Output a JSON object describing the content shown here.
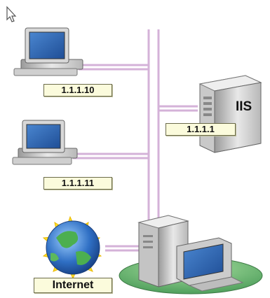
{
  "diagram": {
    "cursor": {
      "icon": "mouse-pointer-icon"
    },
    "client_a": {
      "ip": "1.1.1.10",
      "icon": "desktop-computer-icon"
    },
    "client_b": {
      "ip": "1.1.1.11",
      "icon": "desktop-computer-icon"
    },
    "iis_server": {
      "name": "IIS",
      "ip": "1.1.1.1",
      "icon": "tower-server-icon"
    },
    "gateway": {
      "icon": "server-workstation-icon"
    },
    "internet": {
      "label": "Internet",
      "icon": "globe-icon"
    },
    "colors": {
      "network_line": "#d8b8dc",
      "label_bg": "#fbfbdc",
      "monitor_screen": "#2f64b0",
      "island": "#6ec07a",
      "starburst": "#ffe230"
    }
  }
}
